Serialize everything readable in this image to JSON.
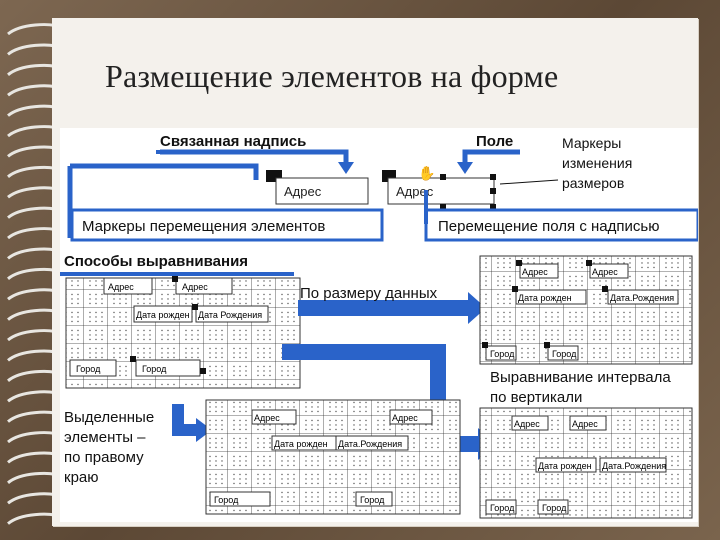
{
  "slide": {
    "title": "Размещение элементов на форме"
  },
  "figure": {
    "linked_label": "Связанная надпись",
    "field": "Поле",
    "resize_markers": [
      "Маркеры",
      "изменения",
      "размеров"
    ],
    "move_markers": "Маркеры перемещения элементов",
    "move_field_with_label": "Перемещение поля с надписью",
    "alignment_methods": "Способы выравнивания",
    "by_data_size": "По размеру данных",
    "vertical_spacing": [
      "Выравнивание интервала",
      "по вертикали"
    ],
    "selected_elements": [
      "Выделенные",
      "элементы –",
      "по правому",
      "краю"
    ],
    "form_labels": {
      "address": "Адрес",
      "dob_short": "Дата рожден",
      "dob": "Дата Рождения",
      "dob_dot": "Дата.Рождения",
      "city": "Город"
    }
  },
  "colors": {
    "arrow": "#2a63c9",
    "arrow_dark": "#1a4aa3"
  }
}
